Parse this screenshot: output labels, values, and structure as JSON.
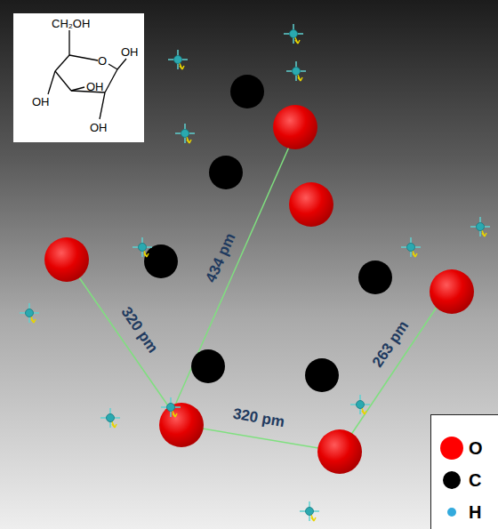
{
  "diagram": {
    "labels": [
      "CH₂OH",
      "O",
      "OH",
      "OH",
      "OH",
      "OH",
      "434 pm",
      "320 pm",
      "263 pm",
      "320 pm"
    ],
    "legend": [
      {
        "text": "O",
        "color": "#ff0000"
      },
      {
        "text": "C",
        "color": "#000000"
      },
      {
        "text": "H",
        "color": "#33aadd"
      }
    ]
  }
}
